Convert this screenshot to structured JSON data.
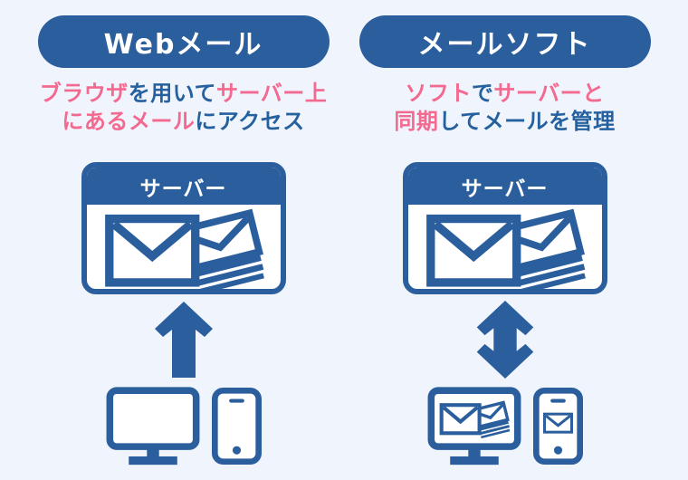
{
  "colors": {
    "blue": "#2b5e9d",
    "pink": "#f4698f",
    "text_blue": "#26619f",
    "background": "#f0f4fc"
  },
  "columns": [
    {
      "id": "webmail",
      "title": "Webメール",
      "description_lines": [
        [
          {
            "text": "ブラウザ",
            "color": "pink"
          },
          {
            "text": "を用いて",
            "color": "text_blue"
          },
          {
            "text": "サーバー上",
            "color": "pink"
          }
        ],
        [
          {
            "text": "にあるメール",
            "color": "pink"
          },
          {
            "text": "にアクセス",
            "color": "text_blue"
          }
        ]
      ],
      "server_label": "サーバー",
      "arrow": "up",
      "devices": [
        {
          "type": "monitor",
          "shows_mail": false
        },
        {
          "type": "phone",
          "shows_mail": false
        }
      ]
    },
    {
      "id": "mailsoft",
      "title": "メールソフト",
      "description_lines": [
        [
          {
            "text": "ソフト",
            "color": "pink"
          },
          {
            "text": "で",
            "color": "text_blue"
          },
          {
            "text": "サーバーと",
            "color": "pink"
          }
        ],
        [
          {
            "text": "同期",
            "color": "pink"
          },
          {
            "text": "してメールを管理",
            "color": "text_blue"
          }
        ]
      ],
      "server_label": "サーバー",
      "arrow": "both",
      "devices": [
        {
          "type": "monitor",
          "shows_mail": true
        },
        {
          "type": "phone",
          "shows_mail": true
        }
      ]
    }
  ],
  "icons": {
    "server_mail": "envelope-stack-icon",
    "monitor": "desktop-monitor-icon",
    "phone": "smartphone-icon",
    "arrow_up": "upload-arrow-icon",
    "arrow_both": "sync-arrow-icon"
  }
}
